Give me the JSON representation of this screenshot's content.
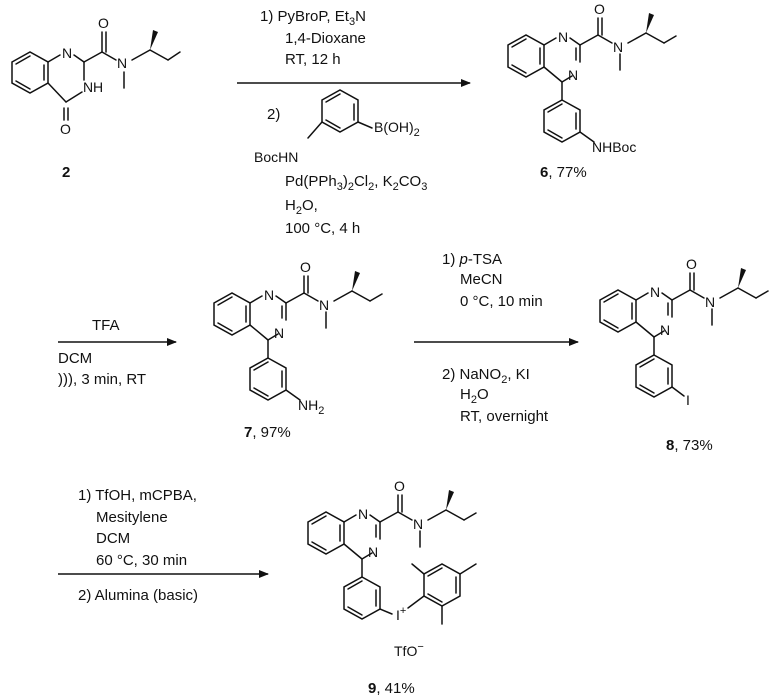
{
  "compounds": {
    "c2": {
      "num": "2",
      "yield": ""
    },
    "c6": {
      "num": "6",
      "yield": ",  77%"
    },
    "c7": {
      "num": "7",
      "yield": ",  97%"
    },
    "c8": {
      "num": "8",
      "yield": ",  73%"
    },
    "c9": {
      "num": "9",
      "yield": ",  41%"
    }
  },
  "atoms": {
    "N": "N",
    "O": "O",
    "H": "H",
    "I": "I",
    "boronic": "B(OH)",
    "boronic_sub": "2",
    "bochn": "BocHN",
    "nhboc": "NHBoc",
    "nh2": "NH",
    "nh2_sub": "2",
    "i_plus": "+",
    "tfo": "TfO",
    "tfo_charge": "−"
  },
  "step1": {
    "l1": "1)  PyBroP, Et",
    "l1_sub": "3",
    "l1_end": "N",
    "l2": "1,4-Dioxane",
    "l3": "RT,  12 h",
    "l4": "2)",
    "l5a": "Pd(PPh",
    "l5_sub1": "3",
    "l5b": ")",
    "l5_sub2": "2",
    "l5c": "Cl",
    "l5_sub3": "2",
    "l5d": ", K",
    "l5_sub4": "2",
    "l5e": "CO",
    "l5_sub5": "3",
    "l6a": "H",
    "l6_sub": "2",
    "l6b": "O,",
    "l7": "100 °C, 4 h"
  },
  "step2": {
    "above": "TFA",
    "below1": "DCM",
    "below2": "))), 3 min, RT"
  },
  "step3": {
    "l1a": "1) ",
    "l1b": "p",
    "l1c": "-TSA",
    "l2": "MeCN",
    "l3": "0 °C, 10 min",
    "l4a": "2) NaNO",
    "l4_sub": "2",
    "l4b": ", KI",
    "l5a": "H",
    "l5_sub": "2",
    "l5b": "O",
    "l6": "RT, overnight"
  },
  "step4": {
    "l1": "1) TfOH, mCPBA,",
    "l2": "Mesitylene",
    "l3": "DCM",
    "l4": "60 °C, 30 min",
    "l5": "2) Alumina (basic)"
  }
}
